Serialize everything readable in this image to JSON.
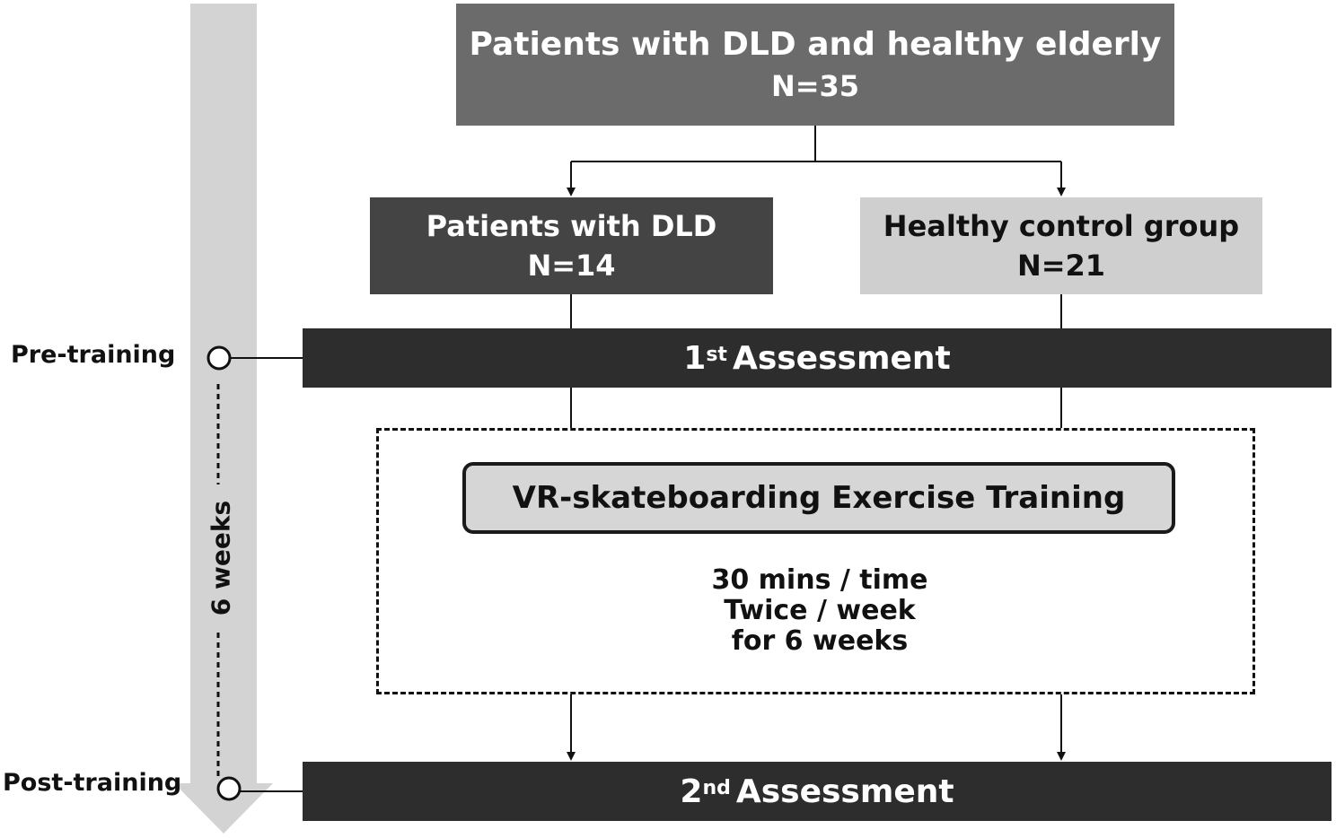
{
  "top_box": {
    "line1": "Patients with DLD and healthy elderly",
    "line2": "N=35"
  },
  "dld_group": {
    "line1": "Patients with DLD",
    "line2": "N=14"
  },
  "control_group": {
    "line1": "Healthy control group",
    "line2": "N=21"
  },
  "assessment1": {
    "ordinal": "1",
    "suffix": "st",
    "label": "Assessment"
  },
  "assessment2": {
    "ordinal": "2",
    "suffix": "nd",
    "label": "Assessment"
  },
  "training": {
    "title": "VR-skateboarding Exercise Training",
    "schedule": [
      "30 mins / time",
      "Twice / week",
      "for 6 weeks"
    ]
  },
  "timeline": {
    "pre_label": "Pre-training",
    "post_label": "Post-training",
    "duration_label": "6 weeks"
  },
  "colors": {
    "top_box": "#6b6b6b",
    "dld_box": "#444444",
    "control_box": "#cfcfcf",
    "assessment_bar": "#2d2d2d",
    "timeline_arrow": "#d3d3d3",
    "training_box": "#d6d6d6"
  }
}
